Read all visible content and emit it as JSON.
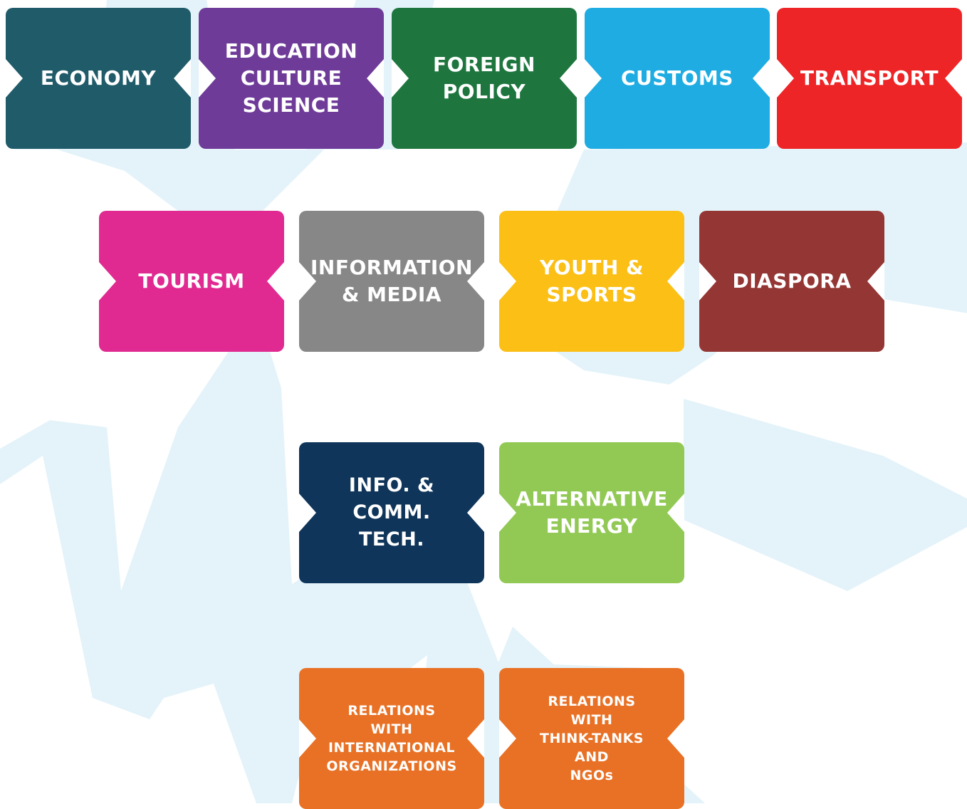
{
  "background": {
    "color": "#ffffff",
    "shape_color": "#e3f3f9",
    "icon": "large-light-blue-star-icon"
  },
  "tiles": {
    "row1": [
      {
        "key": "economy",
        "label": "ECONOMY",
        "color": "#205b69"
      },
      {
        "key": "education",
        "label": "EDUCATION\nCULTURE\nSCIENCE",
        "color": "#6e3b98"
      },
      {
        "key": "foreign_policy",
        "label": "FOREIGN\nPOLICY",
        "color": "#1e763e"
      },
      {
        "key": "customs",
        "label": "CUSTOMS",
        "color": "#1eace2"
      },
      {
        "key": "transport",
        "label": "TRANSPORT",
        "color": "#ee2527"
      }
    ],
    "row2": [
      {
        "key": "tourism",
        "label": "TOURISM",
        "color": "#e02a91"
      },
      {
        "key": "information_media",
        "label": "INFORMATION\n& MEDIA",
        "color": "#878787"
      },
      {
        "key": "youth_sports",
        "label": "YOUTH &\nSPORTS",
        "color": "#fbbf16"
      },
      {
        "key": "diaspora",
        "label": "DIASPORA",
        "color": "#943634"
      }
    ],
    "row3": [
      {
        "key": "ict",
        "label": "INFO. &\nCOMM. TECH.",
        "color": "#0f355a"
      },
      {
        "key": "alternative_energy",
        "label": "ALTERNATIVE\nENERGY",
        "color": "#92c955"
      }
    ],
    "row4": [
      {
        "key": "intl_orgs",
        "label": "RELATIONS WITH\nINTERNATIONAL\nORGANIZATIONS",
        "color": "#e87125"
      },
      {
        "key": "think_tanks",
        "label": "RELATIONS WITH\nTHINK-TANKS AND\nNGOs",
        "color": "#e87125"
      }
    ]
  }
}
